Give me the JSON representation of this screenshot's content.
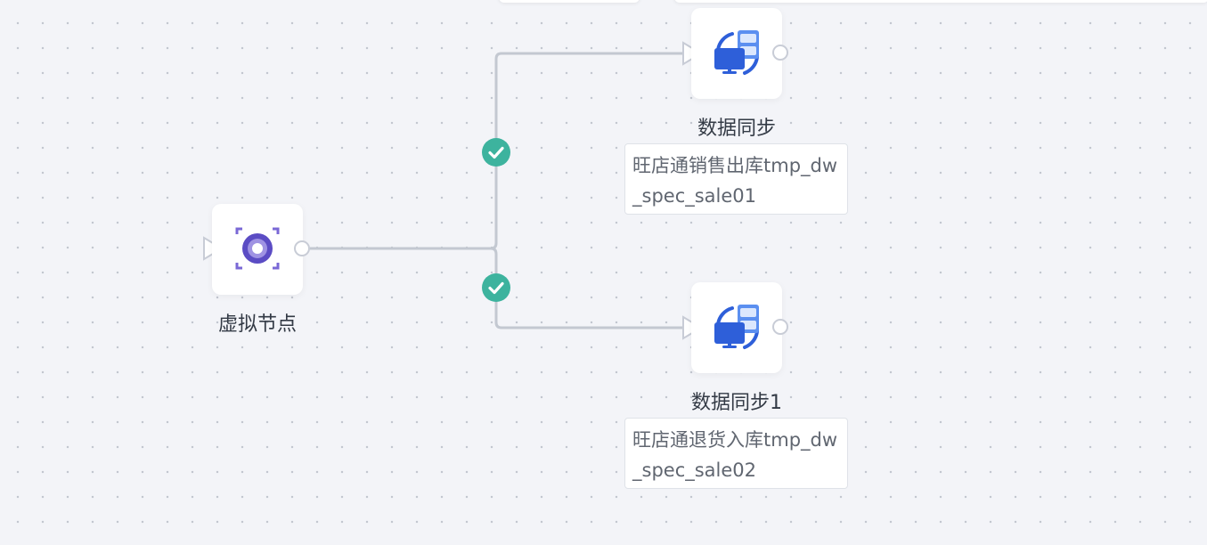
{
  "nodes": {
    "virtual": {
      "label": "虚拟节点",
      "icon": "virtual-node-icon",
      "color": "#5b4cc4"
    },
    "sync1": {
      "label": "数据同步",
      "description": "旺店通销售出库tmp_dw_spec_sale01",
      "icon": "data-sync-icon",
      "color": "#2e5fd9"
    },
    "sync2": {
      "label": "数据同步1",
      "description": "旺店通退货入库tmp_dw_spec_sale02",
      "icon": "data-sync-icon",
      "color": "#2e5fd9"
    }
  },
  "edges": [
    {
      "from": "virtual",
      "to": "sync1",
      "status": "success"
    },
    {
      "from": "virtual",
      "to": "sync2",
      "status": "success"
    }
  ],
  "colors": {
    "success": "#3db39e",
    "edge": "#c3c8d1"
  }
}
